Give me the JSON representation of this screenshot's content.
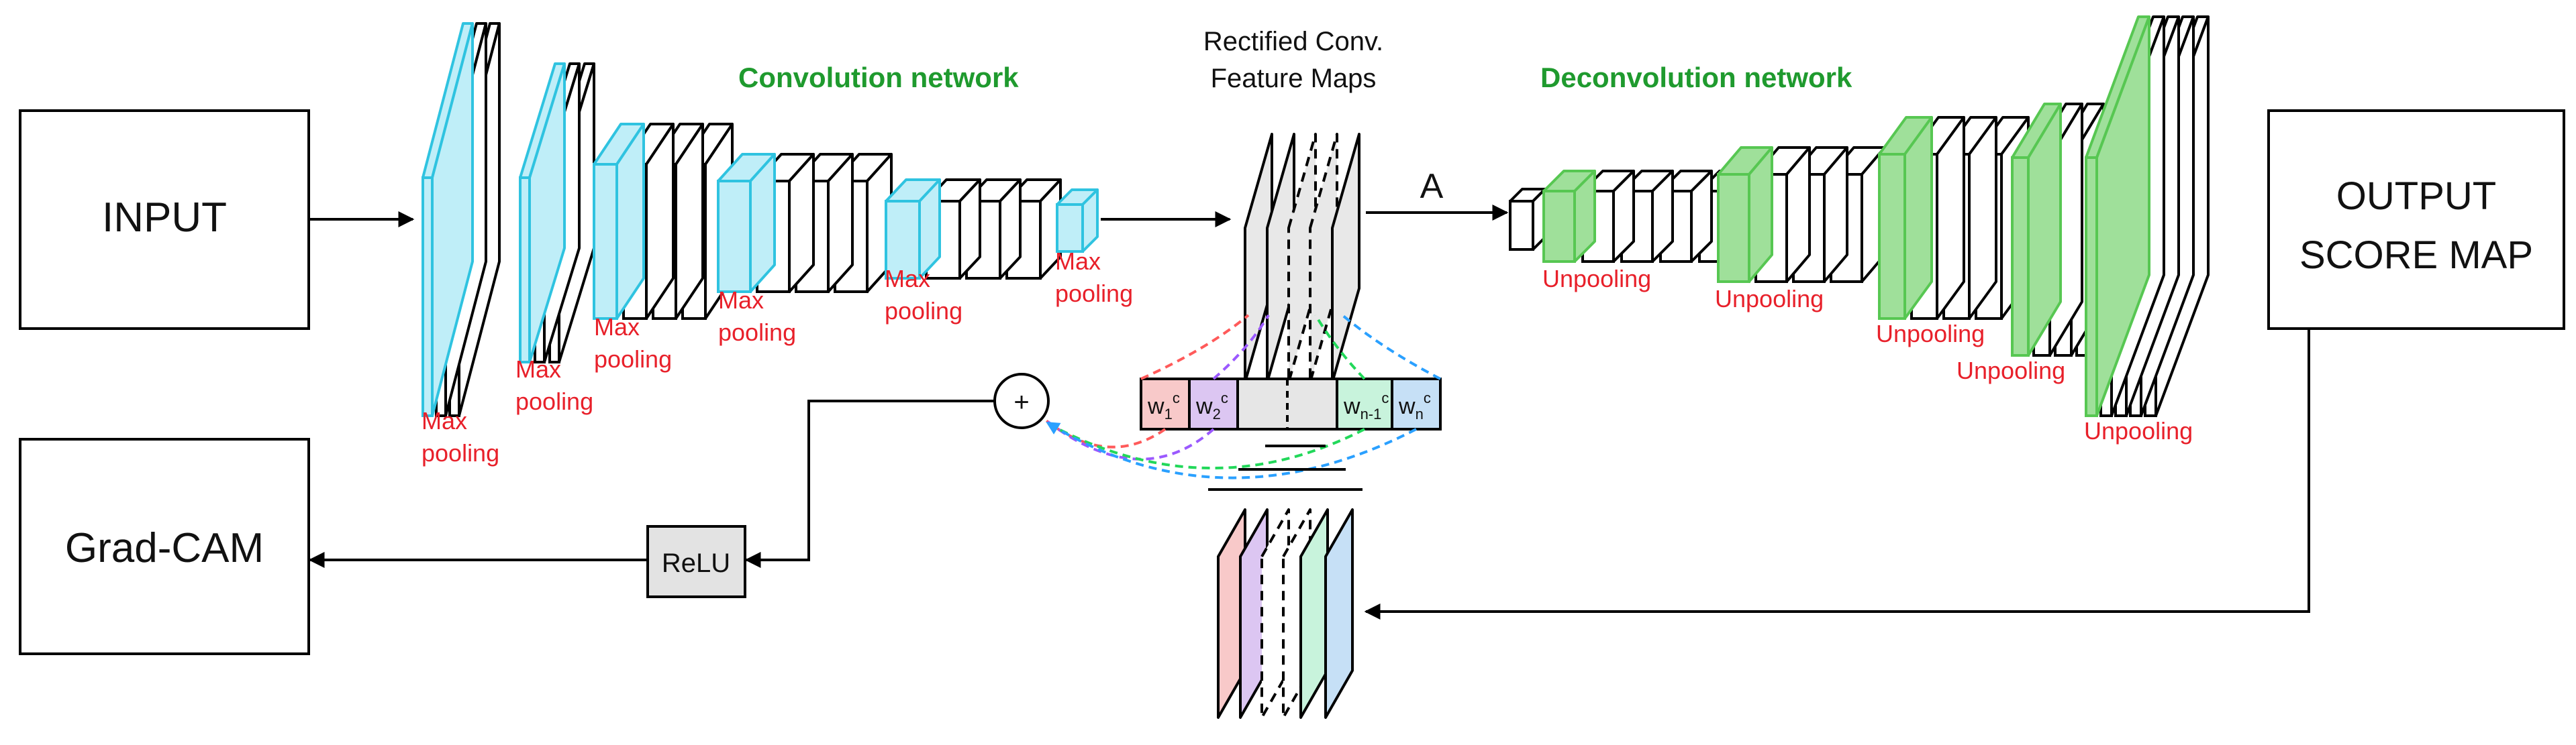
{
  "boxes": {
    "input": "INPUT",
    "output_line1": "OUTPUT",
    "output_line2": "SCORE MAP",
    "gradcam": "Grad-CAM",
    "relu": "ReLU"
  },
  "headings": {
    "conv_network": "Convolution network",
    "deconv_network": "Deconvolution network",
    "feature_maps_line1": "Rectified Conv.",
    "feature_maps_line2": "Feature Maps",
    "arrow_A": "A",
    "sum": "+"
  },
  "pool_labels": {
    "line1": "Max",
    "line2": "pooling"
  },
  "unpool_label": "Unpooling",
  "weights": {
    "w": "w",
    "w1_sub": "1",
    "w2_sub": "2",
    "wn1_sub": "n-1",
    "wn_sub": "n",
    "sup": "c"
  },
  "colors": {
    "conv_blue": "#2fc3e0",
    "conv_blue_fill": "#bfeef8",
    "deconv_green": "#57c752",
    "deconv_green_fill": "#9fe09a",
    "label_red": "#e8202a",
    "heading_green": "#1f9a2e",
    "w1": "#f8c9c9",
    "w2": "#dcc6f2",
    "wn1": "#c8f3dc",
    "wn": "#c6e0f6",
    "line_red": "#ff5a5a",
    "line_purple": "#9b59ff",
    "line_green": "#22d85a",
    "line_blue": "#2aa0ff"
  }
}
